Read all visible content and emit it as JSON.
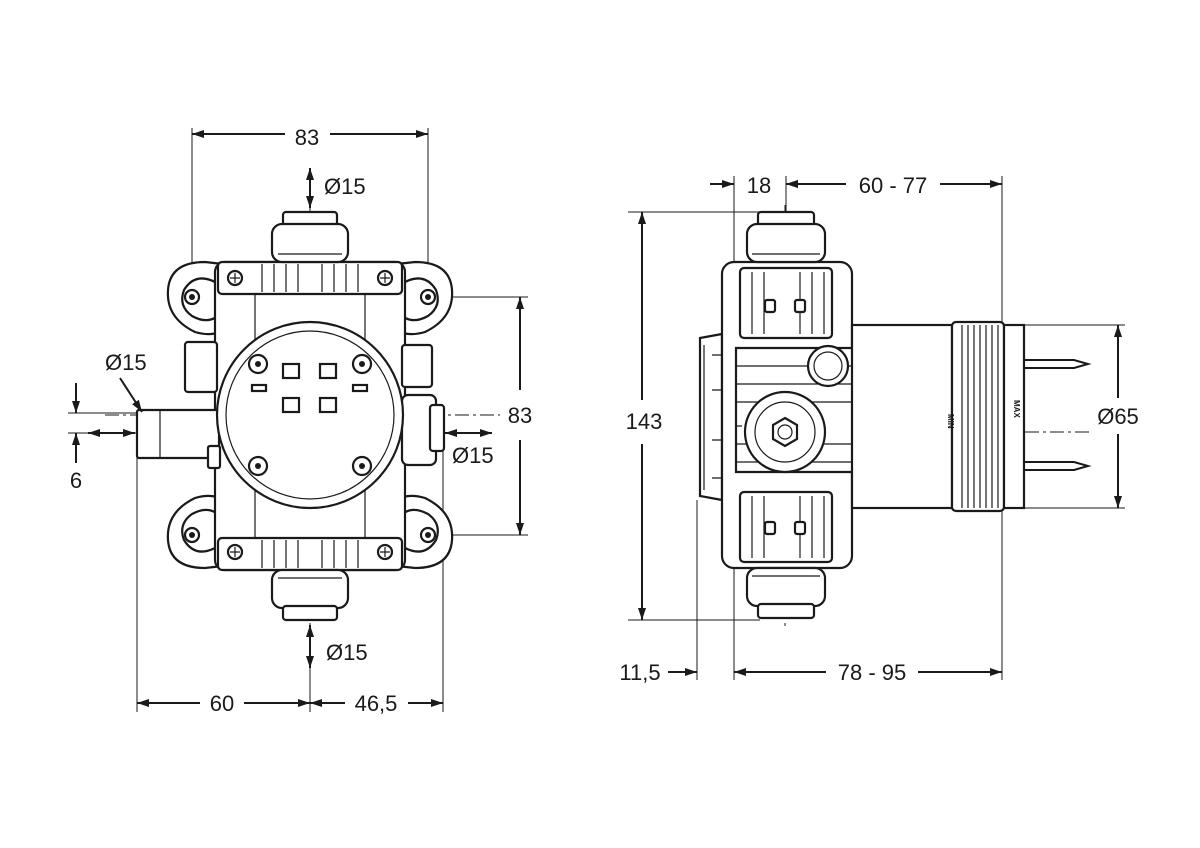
{
  "front_view": {
    "width_top": "83",
    "outlet_top": "Ø15",
    "inlet_left": "Ø15",
    "offset_left": "6",
    "height_right": "83",
    "outlet_right": "Ø15",
    "outlet_bottom": "Ø15",
    "offset_bottom_left": "60",
    "offset_bottom_right": "46,5"
  },
  "side_view": {
    "dim_top_left": "18",
    "dim_top_right": "60 - 77",
    "height": "143",
    "diameter": "Ø65",
    "dim_bottom_left": "11,5",
    "dim_bottom_right": "78 - 95",
    "label_min": "MIN",
    "label_max": "MAX"
  }
}
